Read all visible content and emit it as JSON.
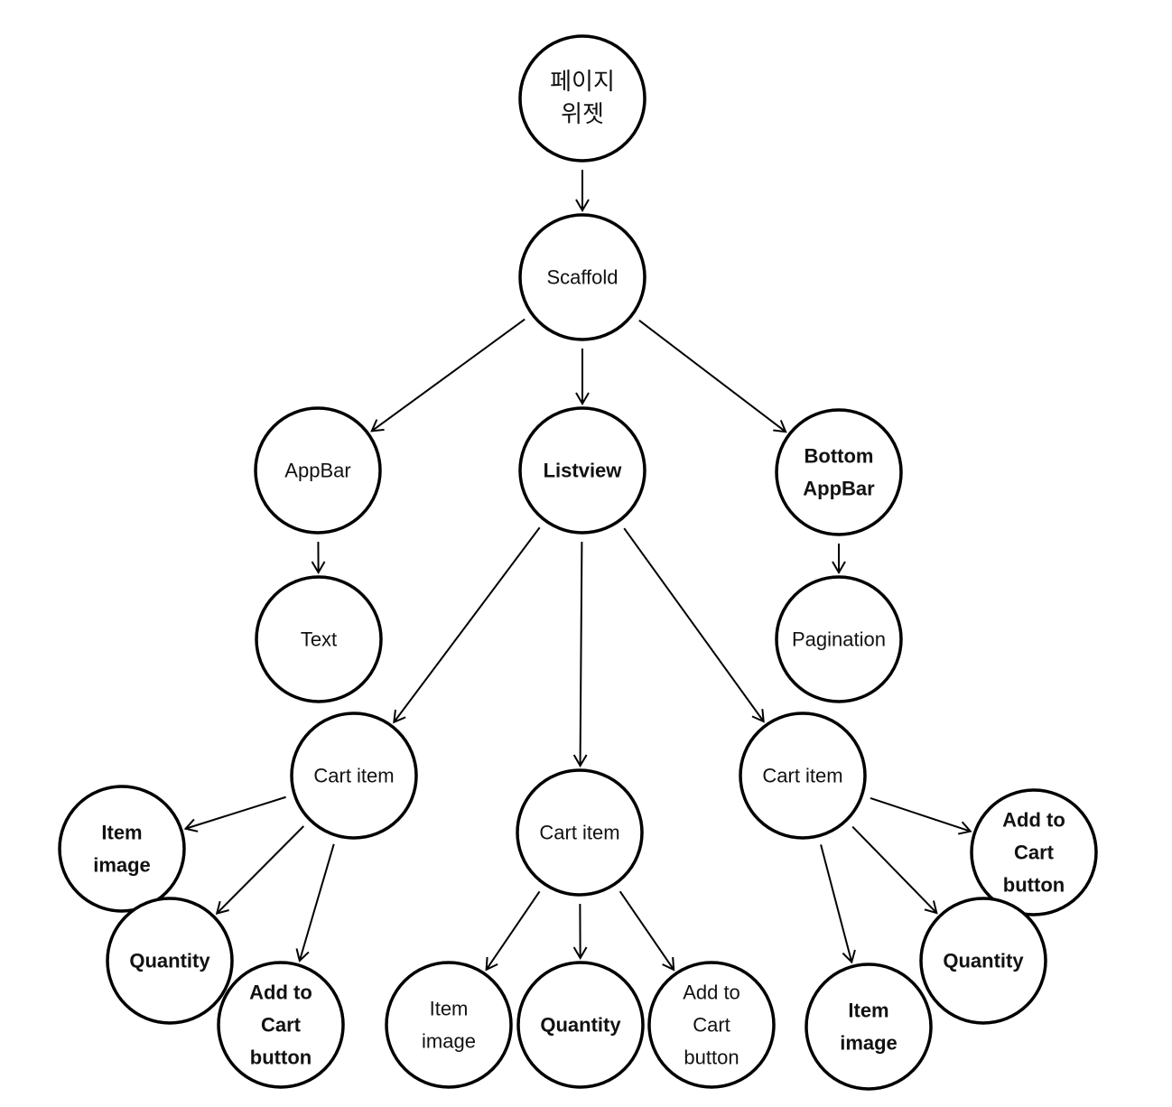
{
  "diagram": {
    "type": "tree",
    "nodes": [
      {
        "id": "page",
        "lines": [
          "페이지",
          "위젯"
        ]
      },
      {
        "id": "scaffold",
        "lines": [
          "Scaffold"
        ]
      },
      {
        "id": "appbar",
        "lines": [
          "AppBar"
        ]
      },
      {
        "id": "listview",
        "lines": [
          "Listview"
        ]
      },
      {
        "id": "bottomappbar",
        "lines": [
          "Bottom",
          "AppBar"
        ]
      },
      {
        "id": "text",
        "lines": [
          "Text"
        ]
      },
      {
        "id": "pagination",
        "lines": [
          "Pagination"
        ]
      },
      {
        "id": "cart1",
        "lines": [
          "Cart item"
        ]
      },
      {
        "id": "cart2",
        "lines": [
          "Cart item"
        ]
      },
      {
        "id": "cart3",
        "lines": [
          "Cart item"
        ]
      },
      {
        "id": "img1",
        "lines": [
          "Item",
          "image"
        ]
      },
      {
        "id": "qty1",
        "lines": [
          "Quantity"
        ]
      },
      {
        "id": "add1",
        "lines": [
          "Add to",
          "Cart",
          "button"
        ]
      },
      {
        "id": "img2",
        "lines": [
          "Item",
          "image"
        ]
      },
      {
        "id": "qty2",
        "lines": [
          "Quantity"
        ]
      },
      {
        "id": "add2",
        "lines": [
          "Add to",
          "Cart",
          "button"
        ]
      },
      {
        "id": "add3",
        "lines": [
          "Add to",
          "Cart",
          "button"
        ]
      },
      {
        "id": "qty3",
        "lines": [
          "Quantity"
        ]
      },
      {
        "id": "img3",
        "lines": [
          "Item",
          "image"
        ]
      }
    ],
    "edges": [
      {
        "from": "page",
        "to": "scaffold"
      },
      {
        "from": "scaffold",
        "to": "appbar"
      },
      {
        "from": "scaffold",
        "to": "listview"
      },
      {
        "from": "scaffold",
        "to": "bottomappbar"
      },
      {
        "from": "appbar",
        "to": "text"
      },
      {
        "from": "bottomappbar",
        "to": "pagination"
      },
      {
        "from": "listview",
        "to": "cart1"
      },
      {
        "from": "listview",
        "to": "cart2"
      },
      {
        "from": "listview",
        "to": "cart3"
      },
      {
        "from": "cart1",
        "to": "img1"
      },
      {
        "from": "cart1",
        "to": "qty1"
      },
      {
        "from": "cart1",
        "to": "add1"
      },
      {
        "from": "cart2",
        "to": "img2"
      },
      {
        "from": "cart2",
        "to": "qty2"
      },
      {
        "from": "cart2",
        "to": "add2"
      },
      {
        "from": "cart3",
        "to": "add3"
      },
      {
        "from": "cart3",
        "to": "qty3"
      },
      {
        "from": "cart3",
        "to": "img3"
      }
    ]
  }
}
